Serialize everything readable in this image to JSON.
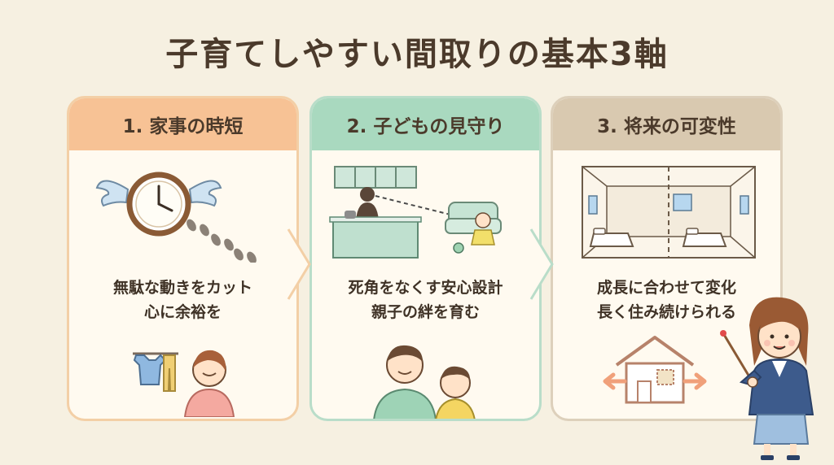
{
  "title": "子育てしやすい間取りの基本3軸",
  "cards": [
    {
      "heading": "1. 家事の時短",
      "lines": [
        "無駄な動きをカット",
        "心に余裕を"
      ],
      "header_color": "#f7c295"
    },
    {
      "heading": "2. 子どもの見守り",
      "lines": [
        "死角をなくす安心設計",
        "親子の絆を育む"
      ],
      "header_color": "#a9d9bf"
    },
    {
      "heading": "3. 将来の可変性",
      "lines": [
        "成長に合わせて変化",
        "長く住み続けられる"
      ],
      "header_color": "#d9c9b0"
    }
  ]
}
